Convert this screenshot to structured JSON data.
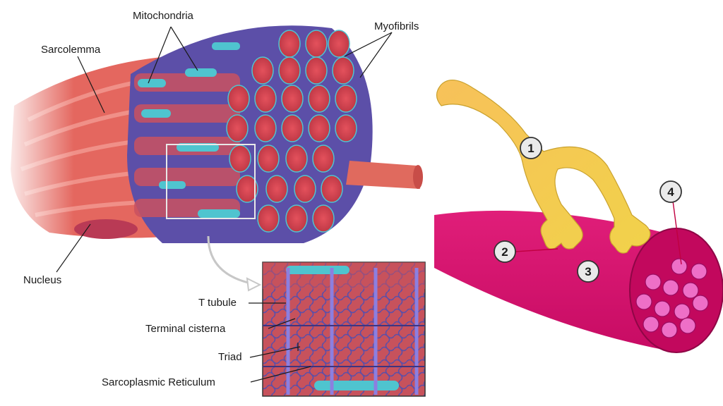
{
  "left_diagram": {
    "labels": {
      "mitochondria": "Mitochondria",
      "myofibrils": "Myofibrils",
      "sarcolemma": "Sarcolemma",
      "nucleus": "Nucleus",
      "t_tubule": "T tubule",
      "terminal_cisterna": "Terminal cisterna",
      "triad": "Triad",
      "sarcoplasmic_reticulum": "Sarcoplasmic Reticulum"
    }
  },
  "right_diagram": {
    "markers": [
      "1",
      "2",
      "3",
      "4"
    ]
  },
  "colors": {
    "muscle_red": "#e4675f",
    "myofibril_red": "#d64550",
    "reticulum_purple": "#5c4fa8",
    "mitochondria_cyan": "#4fc4cf",
    "nerve_yellow": "#f2b233",
    "fiber_magenta": "#d7106d",
    "myofibril_pink": "#ee6fc7"
  }
}
